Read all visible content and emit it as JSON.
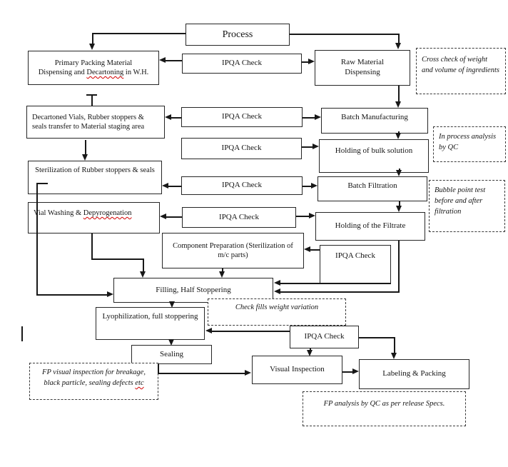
{
  "diagram": {
    "title_box": "Process",
    "ipqa_label": "IPQA Check",
    "boxes": {
      "primary_packing": {
        "line1": "Primary Packing Material",
        "line2_pre": "Dispensing and ",
        "misspelled": "Decartoning",
        "line2_post": " in W.H."
      },
      "raw_material": {
        "line1": "Raw Material",
        "line2": "Dispensing"
      },
      "decartoned": {
        "line1": "Decartoned Vials, Rubber stoppers &",
        "line2": "seals transfer to Material staging area"
      },
      "batch_manufacturing": "Batch Manufacturing",
      "holding_bulk": "Holding of bulk solution",
      "sterilization": "Sterilization of Rubber stoppers & seals",
      "batch_filtration": "Batch Filtration",
      "vial_washing": {
        "pre": "Vial Washing & ",
        "misspelled": "Depyrogenation"
      },
      "holding_filtrate": "Holding of the Filtrate",
      "component_prep": {
        "line1": "Component Preparation (Sterilization of",
        "line2": "m/c parts)"
      },
      "filling": "Filling, Half Stoppering",
      "lyophilization": "Lyophilization, full stoppering",
      "sealing": "Sealing",
      "visual_inspection": "Visual Inspection",
      "labeling_packing": "Labeling & Packing"
    },
    "annotations": {
      "cross_check": {
        "line1": "Cross check of weight",
        "line2": "and volume of ingredients"
      },
      "in_process": {
        "line1": "In process analysis",
        "line2": "by QC"
      },
      "bubble_point": {
        "line1": "Bubble point test",
        "line2": "before and after",
        "line3": "filtration"
      },
      "check_fills": "Check fills weight variation",
      "fp_visual": {
        "line1": "FP visual inspection for breakage,",
        "line2_pre": "black particle, sealing defects ",
        "misspelled": "etc"
      },
      "fp_analysis": "FP analysis by QC as per release Specs."
    },
    "colors": {
      "line": "#181818",
      "box_border": "#262626",
      "text": "#141414",
      "misspell_underline": "#d40000",
      "background": "#ffffff"
    }
  }
}
